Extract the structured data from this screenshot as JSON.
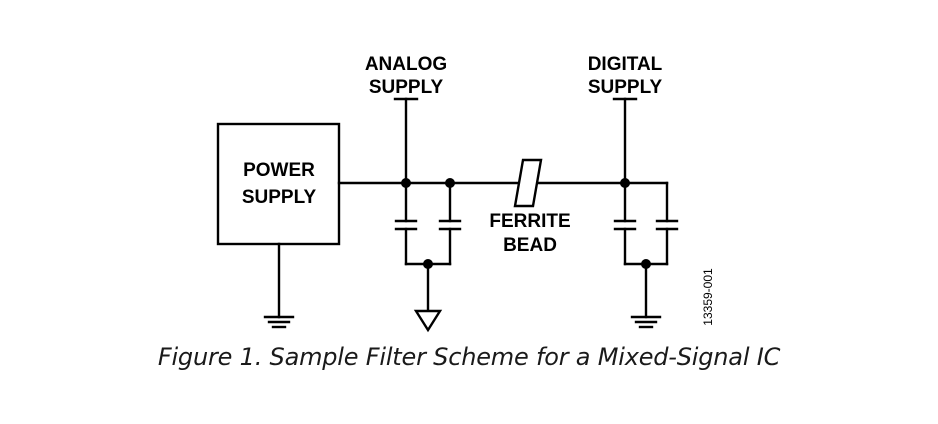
{
  "labels": {
    "power_supply_line1": "POWER",
    "power_supply_line2": "SUPPLY",
    "analog_supply_line1": "ANALOG",
    "analog_supply_line2": "SUPPLY",
    "digital_supply_line1": "DIGITAL",
    "digital_supply_line2": "SUPPLY",
    "ferrite_bead_line1": "FERRITE",
    "ferrite_bead_line2": "BEAD"
  },
  "figure_id": "13359-001",
  "caption": "Figure 1. Sample Filter Scheme for a Mixed-Signal IC"
}
